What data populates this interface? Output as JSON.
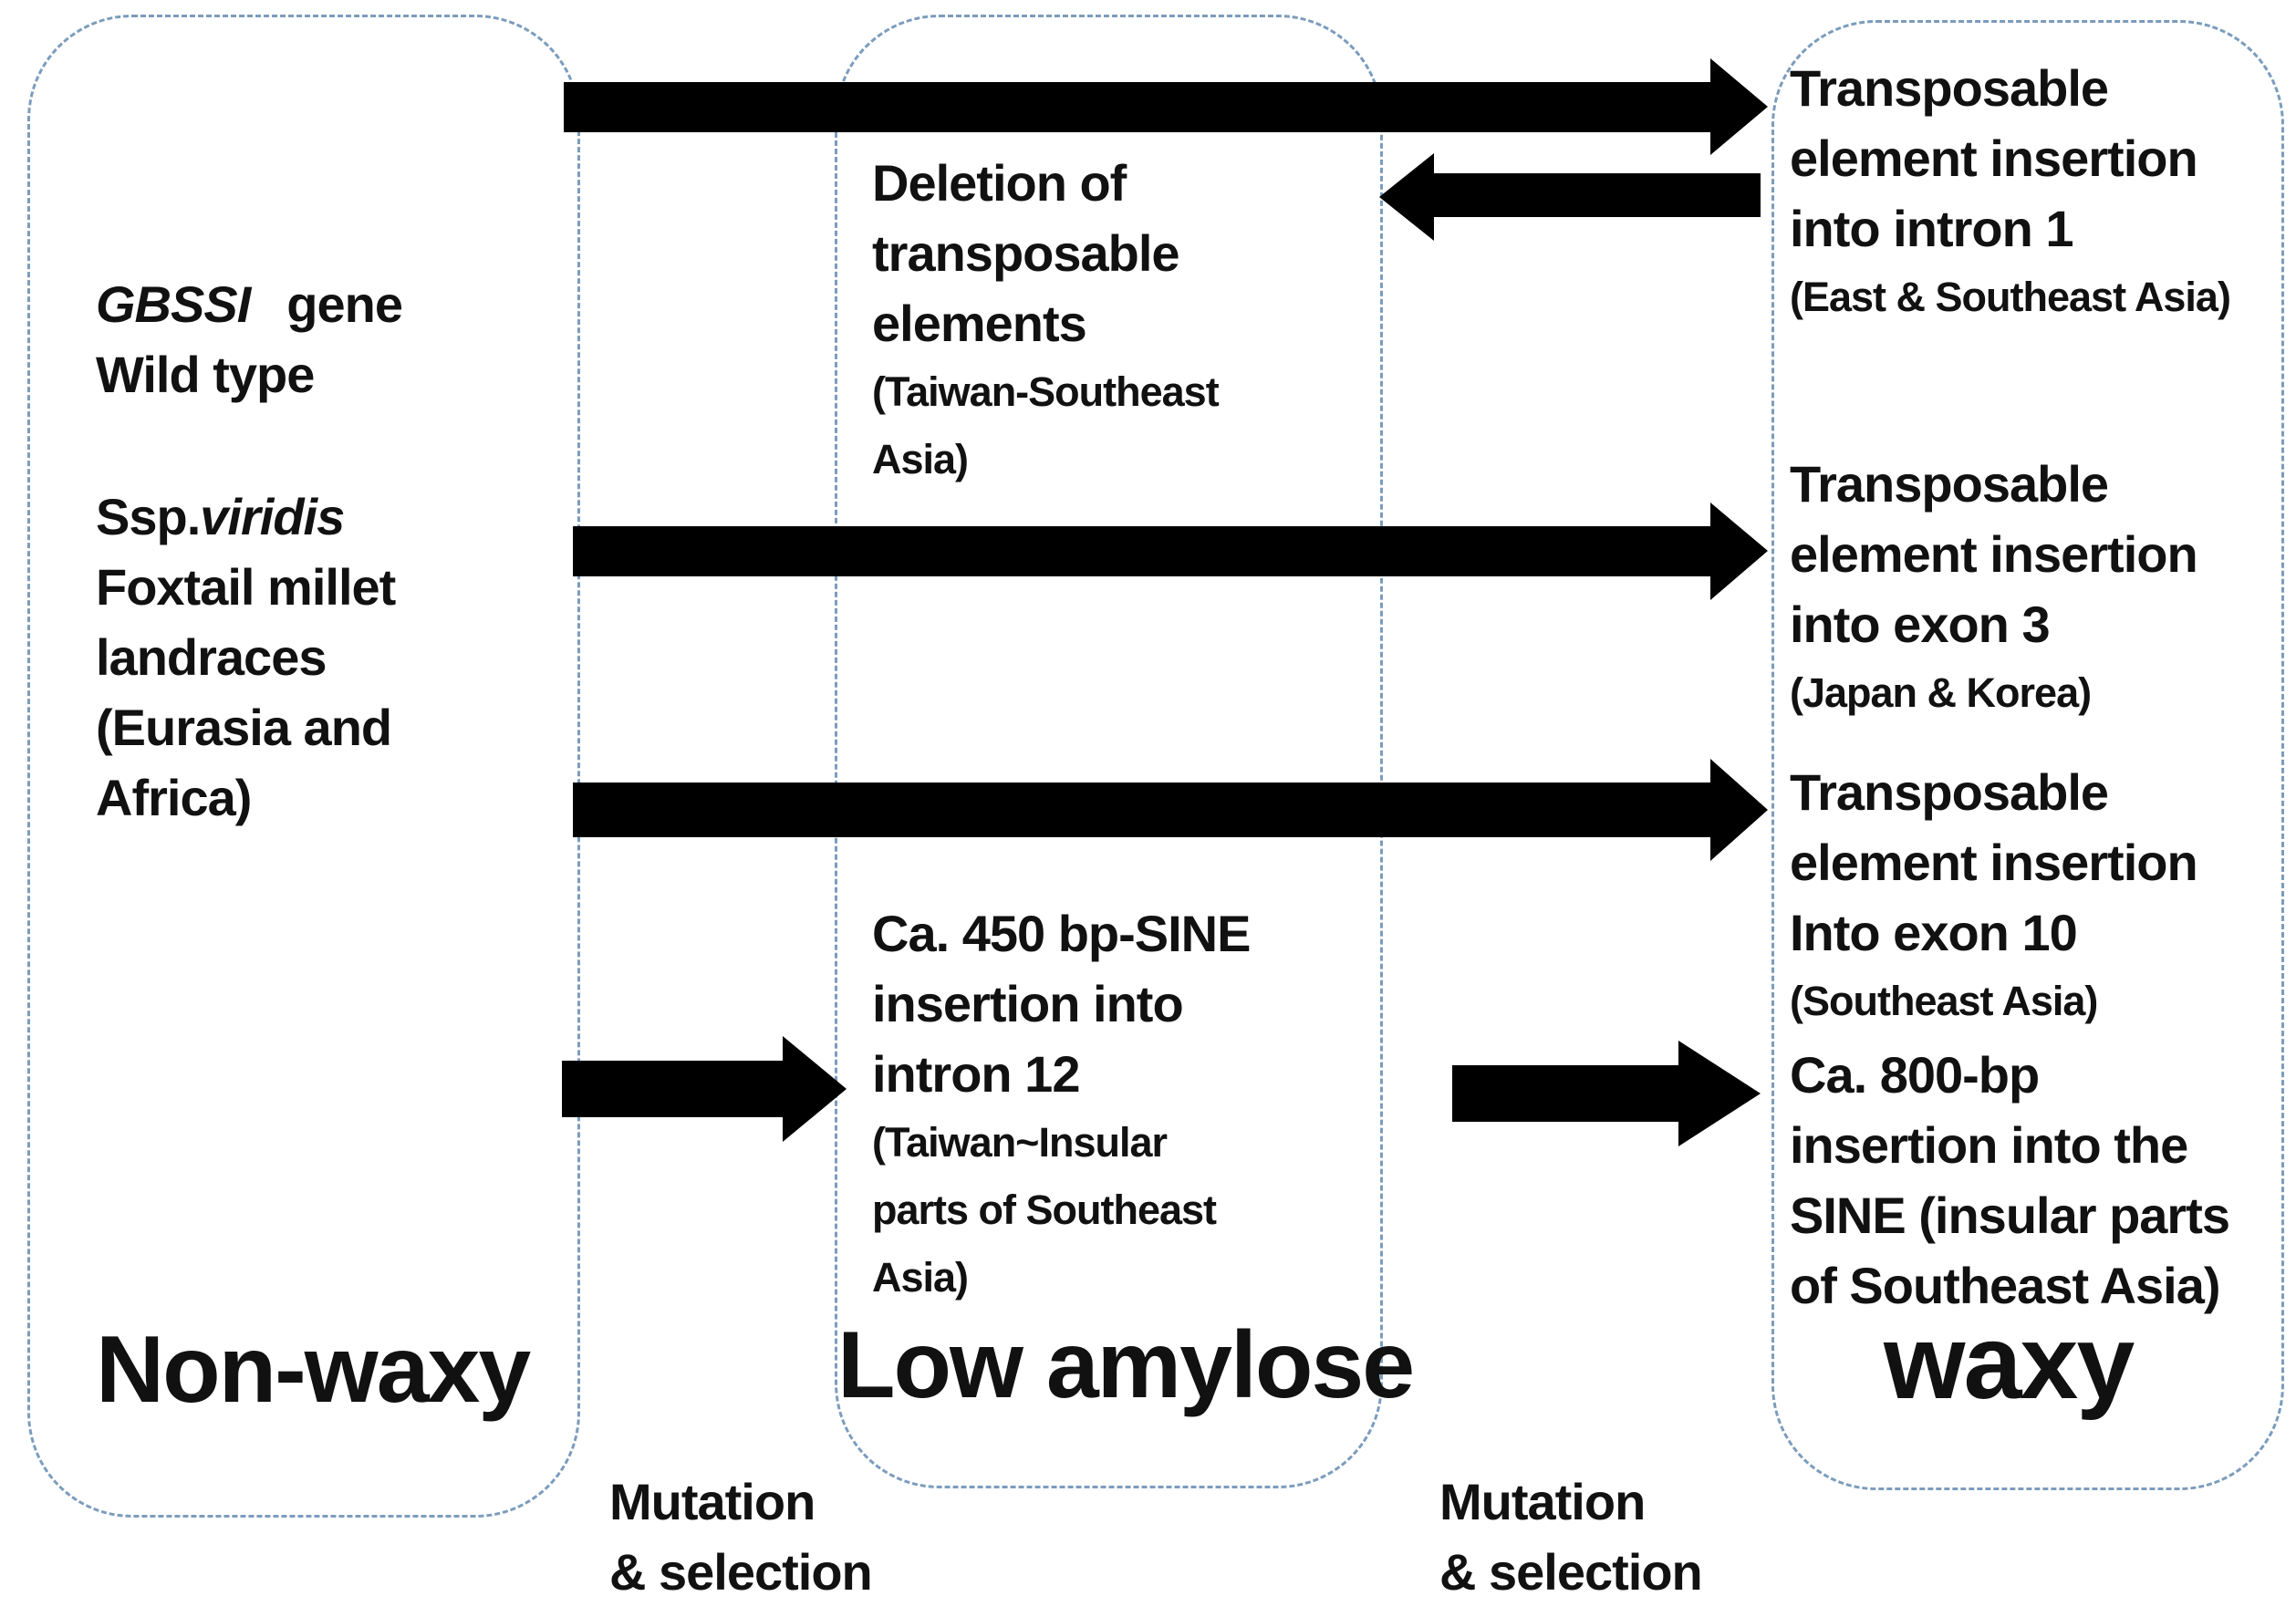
{
  "colors": {
    "background": "#ffffff",
    "box_border": "#7b9cbd",
    "arrow": "#000000",
    "text": "#111111"
  },
  "left_box": {
    "gene_italic": "GBSSI",
    "gene_word": "gene",
    "wild_type": "Wild type",
    "ssp_prefix": "Ssp.",
    "ssp_italic": "viridis",
    "desc_lines": [
      "Foxtail millet",
      "landraces",
      "(Eurasia and",
      "Africa)"
    ],
    "title": "Non-waxy"
  },
  "middle_box": {
    "deletion_lines": [
      "Deletion of",
      "transposable",
      "elements"
    ],
    "deletion_region_lines": [
      "(Taiwan-Southeast",
      "Asia)"
    ],
    "sine_lines": [
      "Ca. 450 bp-SINE",
      "insertion into",
      "intron 12"
    ],
    "sine_region_lines": [
      "(Taiwan~Insular",
      "parts of Southeast",
      "Asia)"
    ],
    "title": "Low amylose"
  },
  "right_box": {
    "intron1_lines": [
      "Transposable",
      "element insertion",
      "into intron 1"
    ],
    "intron1_region": "(East & Southeast Asia)",
    "exon3_lines": [
      "Transposable",
      "element insertion",
      "into exon 3"
    ],
    "exon3_region": "(Japan & Korea)",
    "exon10_lines": [
      "Transposable",
      "element insertion",
      "Into exon 10"
    ],
    "exon10_region": "(Southeast Asia)",
    "sine800_lines": [
      "Ca. 800-bp",
      "insertion into the",
      "SINE (insular parts",
      "of Southeast Asia)"
    ],
    "title": "waxy"
  },
  "labels": {
    "mutation1_line1": "Mutation",
    "mutation1_line2": "& selection",
    "mutation2_line1": "Mutation",
    "mutation2_line2": "& selection"
  },
  "arrows": [
    {
      "name": "arrow-wildtype-to-intron1",
      "direction": "right"
    },
    {
      "name": "arrow-intron1-to-deletion",
      "direction": "left"
    },
    {
      "name": "arrow-wildtype-to-exon3",
      "direction": "right"
    },
    {
      "name": "arrow-wildtype-to-exon10",
      "direction": "right"
    },
    {
      "name": "arrow-nonwaxy-to-intron12-sine",
      "direction": "right"
    },
    {
      "name": "arrow-lowamylose-to-800bp-sine",
      "direction": "right"
    }
  ]
}
